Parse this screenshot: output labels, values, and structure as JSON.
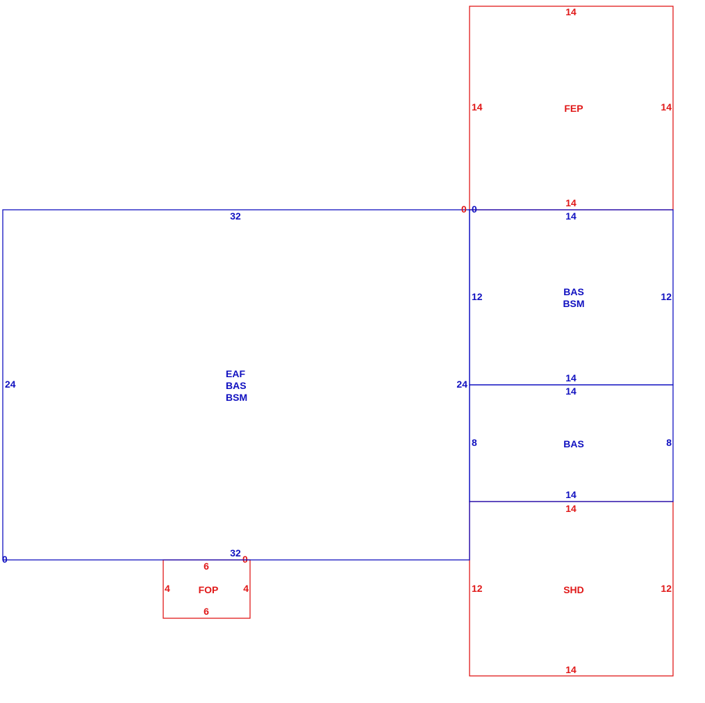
{
  "colors": {
    "blue": "#1010c0",
    "red": "#e01818"
  },
  "main": {
    "label": [
      "EAF",
      "BAS",
      "BSM"
    ],
    "top": "32",
    "bottom": "32",
    "left": "24",
    "right": "24",
    "corner_left": "0",
    "corner_topright": "0"
  },
  "bas_bsm": {
    "label": [
      "BAS",
      "BSM"
    ],
    "top": "14",
    "bottom": "14",
    "left": "12",
    "right": "12",
    "corner": "0"
  },
  "bas": {
    "label": "BAS",
    "top": "14",
    "bottom": "14",
    "left": "8",
    "right": "8"
  },
  "fep": {
    "label": "FEP",
    "top": "14",
    "bottom": "14",
    "left": "14",
    "right": "14"
  },
  "shd": {
    "label": "SHD",
    "top": "14",
    "bottom": "14",
    "left": "12",
    "right": "12"
  },
  "fop": {
    "label": "FOP",
    "top": "6",
    "bottom": "6",
    "left": "4",
    "right": "4",
    "corner": "0"
  }
}
